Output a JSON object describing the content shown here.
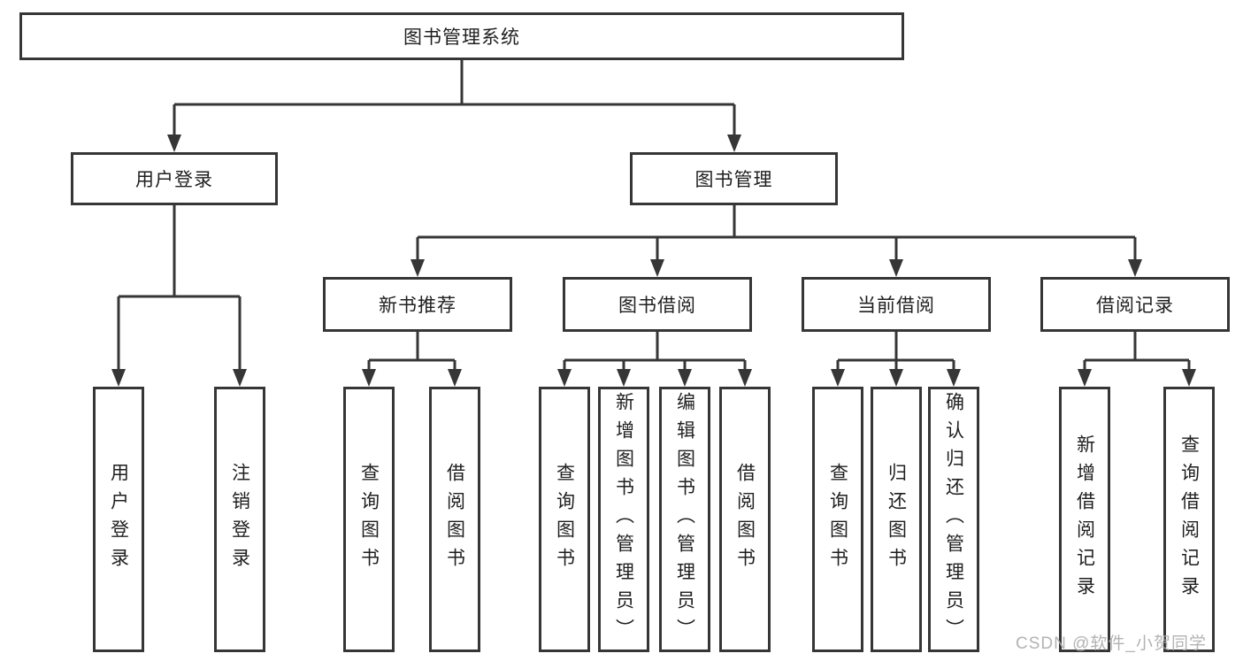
{
  "tree": {
    "label": "图书管理系统",
    "children": [
      {
        "label": "用户登录",
        "children": [
          {
            "label": "用户登录"
          },
          {
            "label": "注销登录"
          }
        ]
      },
      {
        "label": "图书管理",
        "children": [
          {
            "label": "新书推荐",
            "children": [
              {
                "label": "查询图书"
              },
              {
                "label": "借阅图书"
              }
            ]
          },
          {
            "label": "图书借阅",
            "children": [
              {
                "label": "查询图书"
              },
              {
                "label": "新增图书（管理员）"
              },
              {
                "label": "编辑图书（管理员）"
              },
              {
                "label": "借阅图书"
              }
            ]
          },
          {
            "label": "当前借阅",
            "children": [
              {
                "label": "查询图书"
              },
              {
                "label": "归还图书"
              },
              {
                "label": "确认归还（管理员）"
              }
            ]
          },
          {
            "label": "借阅记录",
            "children": [
              {
                "label": "新增借阅记录"
              },
              {
                "label": "查询借阅记录"
              }
            ]
          }
        ]
      }
    ]
  },
  "watermark": {
    "text": "CSDN @软件_小贺同学"
  },
  "colors": {
    "line": "#363636",
    "text": "#1f1f1f",
    "box_background": "#ffffff",
    "watermark": "#acacac"
  }
}
